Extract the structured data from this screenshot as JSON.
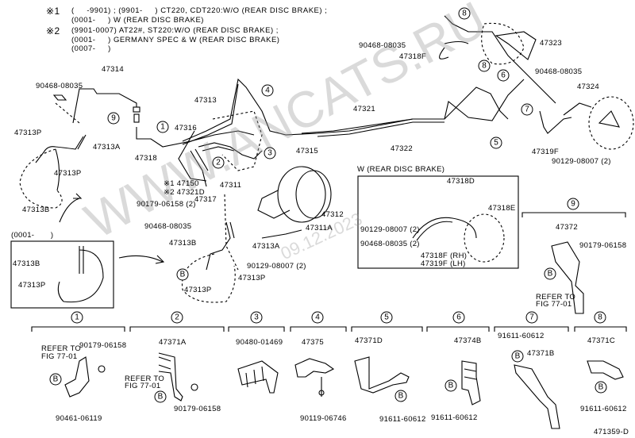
{
  "notes": [
    {
      "mark": "※1",
      "text": "(     -9901) ; (9901-     ) CT220, CDT220:W/O (REAR DISC BRAKE) ;"
    },
    {
      "mark": "",
      "text": "(0001-     ) W (REAR DISC BRAKE)"
    },
    {
      "mark": "※2",
      "text": "(9901-0007) AT22#, ST220:W/O (REAR DISC BRAKE) ;"
    },
    {
      "mark": "",
      "text": "(0001-     ) GERMANY SPEC & W (REAR DISC BRAKE)"
    },
    {
      "mark": "",
      "text": "(0007-     )"
    }
  ],
  "labels": [
    "47314",
    "90468-08035",
    "47313P",
    "47313A",
    "47313P",
    "47313B",
    "47316",
    "47318",
    "47313",
    "47315",
    "47311",
    "※1 47150",
    "※2 47321D",
    "47317",
    "90179-06158 (2)",
    "47312",
    "47311A",
    "90468-08035",
    "47313B",
    "47313A",
    "90129-08007 (2)",
    "47313P",
    "47313P",
    "(0001-       )",
    "47313B",
    "47313P",
    "90468-08035",
    "47318F",
    "47323",
    "90468-08035",
    "47324",
    "47321",
    "47322",
    "47319F",
    "90129-08007 (2)",
    "W (REAR DISC BRAKE)",
    "47318D",
    "47318E",
    "90129-08007 (2)",
    "90468-08035 (2)",
    "47318F (RH)",
    "47319F (LH)",
    "47372",
    "90179-06158",
    "REFER TO",
    "FIG 77-01",
    "REFER TO",
    "FIG 77-01",
    "90179-06158",
    "90461-06119",
    "47371A",
    "REFER TO",
    "FIG 77-01",
    "90179-06158",
    "90480-01469",
    "47375",
    "90119-06746",
    "47371D",
    "91611-60612",
    "47374B",
    "91611-60612",
    "91611-60612",
    "47371B",
    "47371C",
    "91611-60612",
    "471359-D"
  ],
  "callouts": [
    "9",
    "1",
    "4",
    "3",
    "2",
    "8",
    "8",
    "6",
    "5",
    "7",
    "9",
    "1",
    "2",
    "3",
    "4",
    "5",
    "6",
    "7",
    "8"
  ],
  "ref_marks": [
    "B",
    "B",
    "B",
    "B",
    "B",
    "B",
    "B",
    "B"
  ],
  "watermark": {
    "site": "WWW.ANCATS.RU",
    "date": "09.12.2023"
  }
}
